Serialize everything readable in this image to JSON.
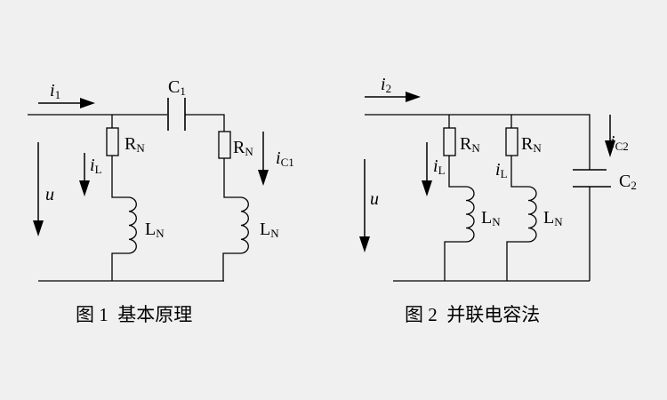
{
  "figures": [
    {
      "id": "fig1",
      "caption": "图 1  基本原理",
      "labels": {
        "input_current": {
          "main": "i",
          "sub": "1"
        },
        "voltage": {
          "main": "u"
        },
        "series_capacitor": {
          "main": "C",
          "sub": "1"
        },
        "branch1_resistor": {
          "main": "R",
          "sub": "N"
        },
        "branch1_inductor": {
          "main": "L",
          "sub": "N"
        },
        "branch1_current": {
          "main": "i",
          "sub": "L"
        },
        "branch2_resistor": {
          "main": "R",
          "sub": "N"
        },
        "branch2_inductor": {
          "main": "L",
          "sub": "N"
        },
        "branch2_current": {
          "main": "i",
          "sub": "C1"
        }
      }
    },
    {
      "id": "fig2",
      "caption": "图 2  并联电容法",
      "labels": {
        "input_current": {
          "main": "i",
          "sub": "2"
        },
        "voltage": {
          "main": "u"
        },
        "branch1_resistor": {
          "main": "R",
          "sub": "N"
        },
        "branch1_inductor": {
          "main": "L",
          "sub": "N"
        },
        "branch1_current": {
          "main": "i",
          "sub": "L"
        },
        "branch2_resistor": {
          "main": "R",
          "sub": "N"
        },
        "branch2_inductor": {
          "main": "L",
          "sub": "N"
        },
        "branch2_current": {
          "main": "i",
          "sub": "L"
        },
        "parallel_capacitor": {
          "main": "C",
          "sub": "2"
        },
        "capacitor_current": {
          "main": "i",
          "sub": "C2"
        }
      }
    }
  ]
}
